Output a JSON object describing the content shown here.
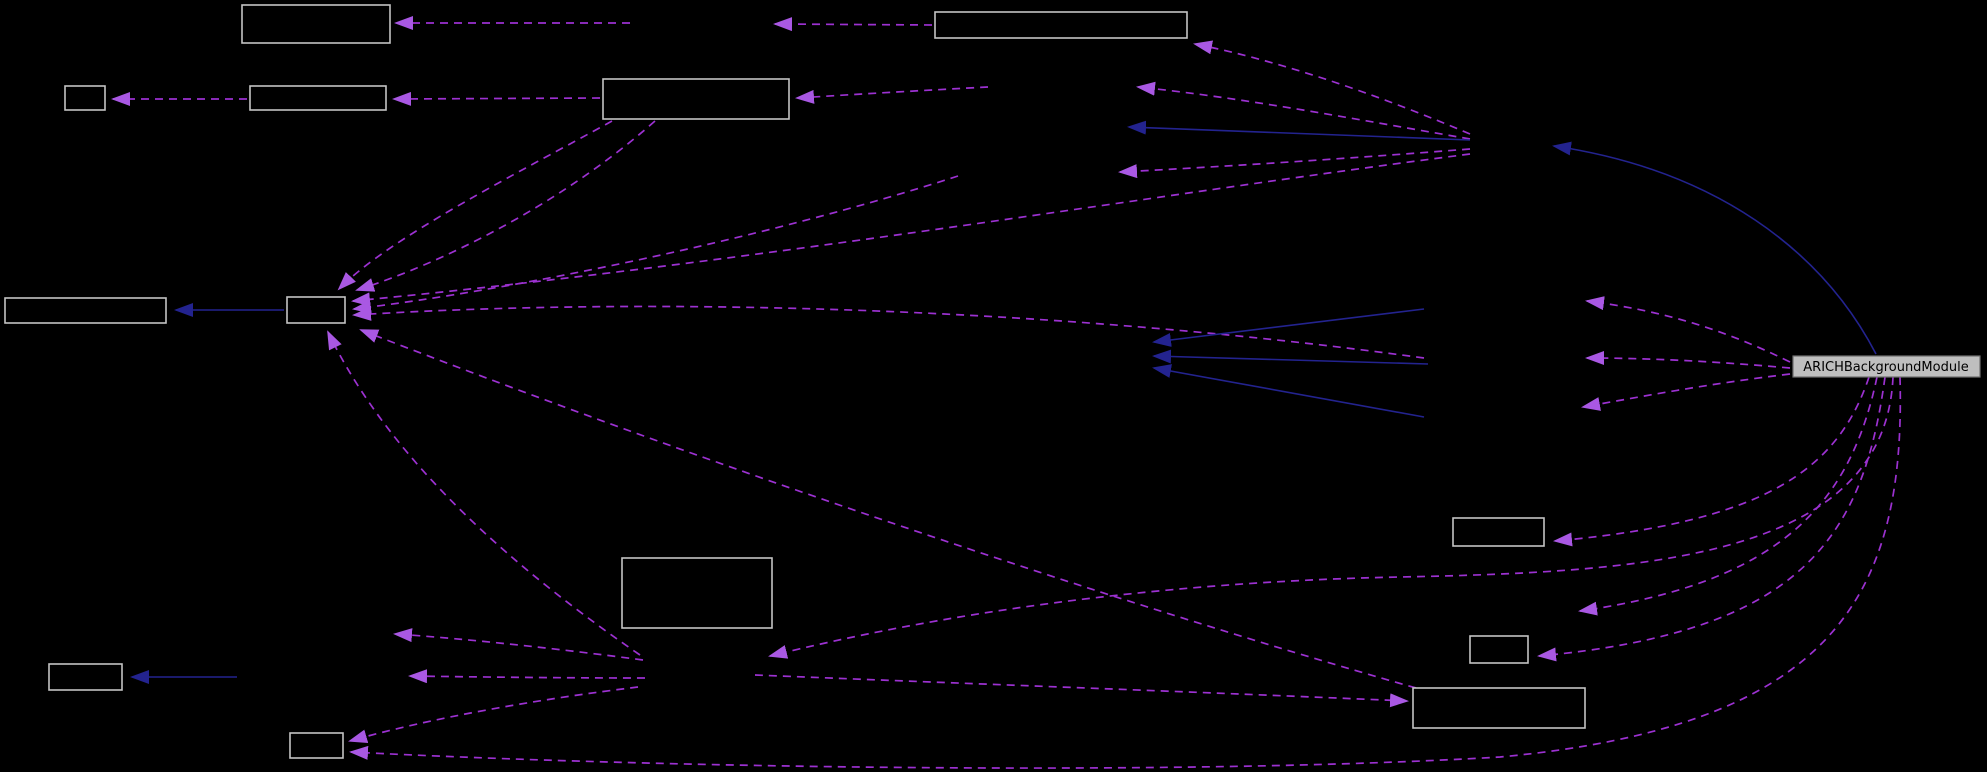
{
  "diagram": {
    "type": "collaboration-graph",
    "highlighted_node": {
      "label": "ARICHBackgroundModule"
    },
    "colors": {
      "background": "#000000",
      "node_border": "#c4c4c4",
      "node_fill": "#000000",
      "highlighted_node_fill": "#bfbfbf",
      "highlighted_node_text": "#000000",
      "usage_edge": "#9c31d1",
      "usage_arrowhead": "#a958e3",
      "inheritance_edge": "#23238f"
    },
    "stats": {
      "visible_boxes": 13,
      "dashed_edges": 26,
      "solid_edges": 7
    }
  }
}
